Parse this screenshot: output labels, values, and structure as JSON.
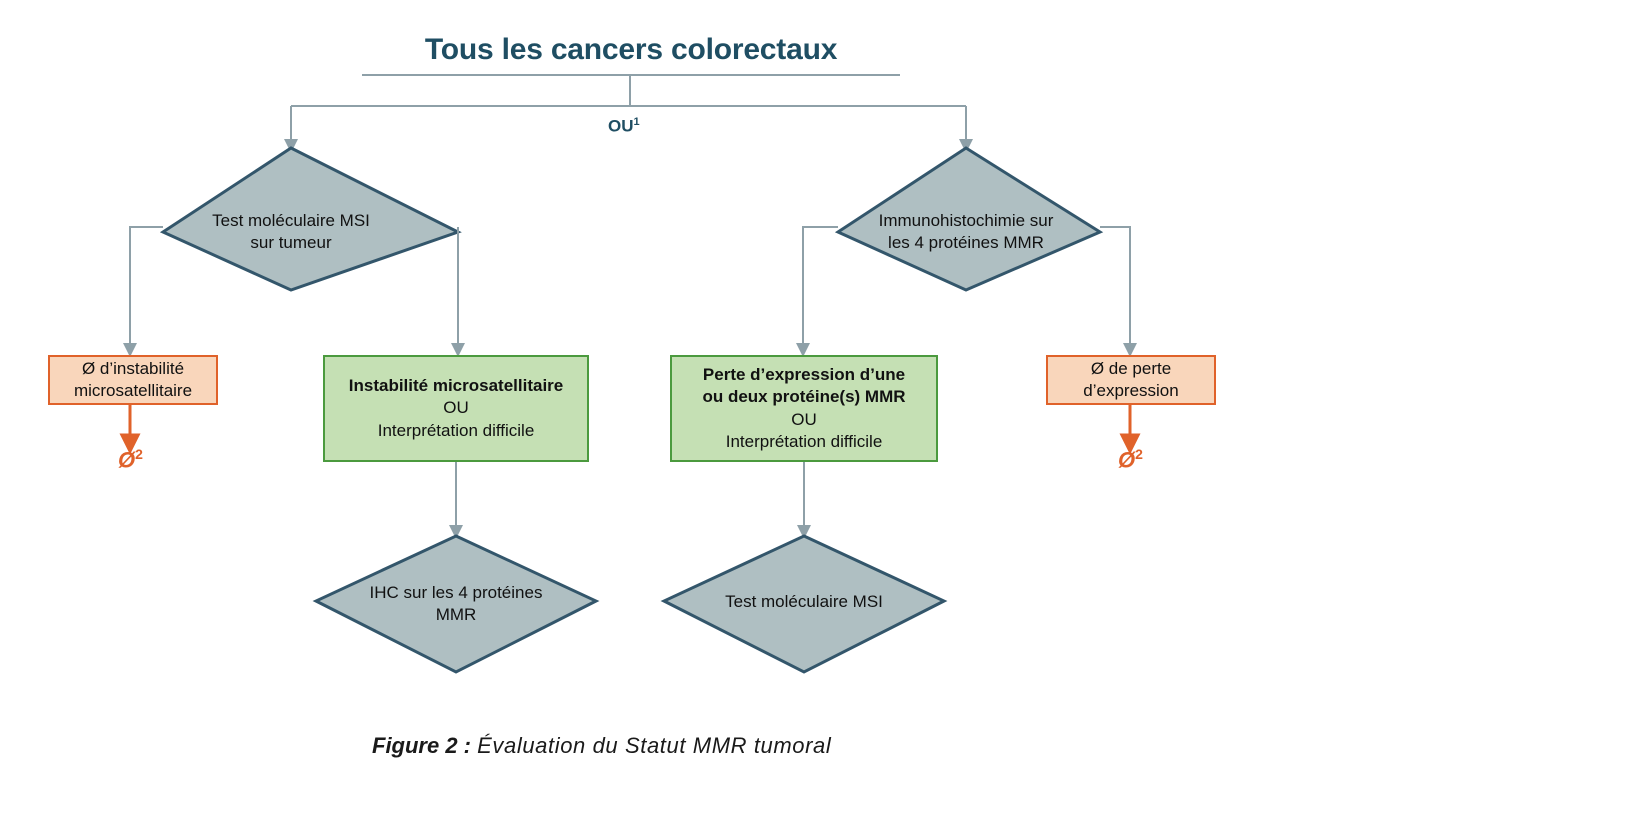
{
  "figure": {
    "title": "Tous les cancers colorectaux",
    "branch_operator": "OU",
    "branch_operator_superscript": "1",
    "caption_lead": "Figure 2 :",
    "caption_body": "Évaluation du Statut MMR tumoral"
  },
  "colors": {
    "title_blue": "#1f4e63",
    "diamond_fill": "#AFBFC2",
    "diamond_stroke": "#33566B",
    "connector_grey": "#8EA0A8",
    "orange_fill": "#F9D6BB",
    "orange_stroke": "#E0622A",
    "green_fill": "#C5E0B4",
    "green_stroke": "#4B9A3E",
    "arrow_grey": "#8EA0A8",
    "arrow_orange": "#E0622A"
  },
  "nodes": {
    "decision_left": {
      "line1": "Test moléculaire MSI",
      "line2": "sur tumeur"
    },
    "decision_right": {
      "line1": "Immunohistochimie sur",
      "line2": "les 4 protéines MMR"
    },
    "outcome_left_negative": {
      "line1": "Ø d’instabilité",
      "line2": "microsatellitaire"
    },
    "outcome_left_positive": {
      "line1": "Instabilité microsatellitaire",
      "line2": "OU",
      "line3": "Interprétation difficile"
    },
    "outcome_right_positive": {
      "line1": "Perte d’expression d’une",
      "line2": "ou deux protéine(s) MMR",
      "line3": "OU",
      "line4": "Interprétation difficile"
    },
    "outcome_right_negative": {
      "line1": "Ø de perte",
      "line2": "d’expression"
    },
    "followup_left": {
      "line1": "IHC sur les 4 protéines",
      "line2": "MMR"
    },
    "followup_right": {
      "line1": "Test moléculaire MSI"
    },
    "terminal_left": {
      "symbol": "Ø",
      "superscript": "2"
    },
    "terminal_right": {
      "symbol": "Ø",
      "superscript": "2"
    }
  }
}
